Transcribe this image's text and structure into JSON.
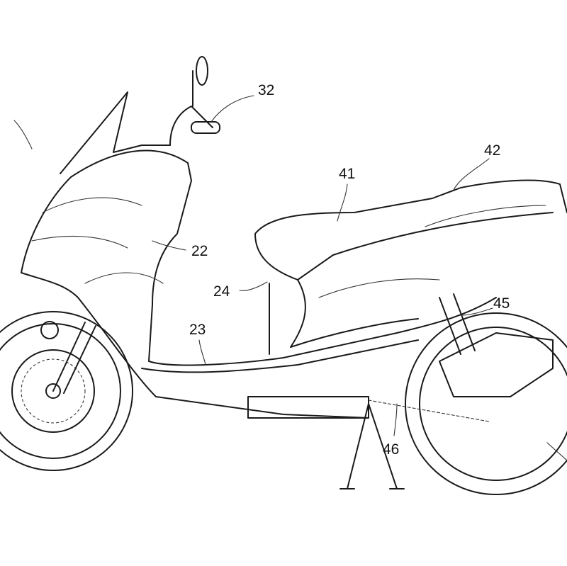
{
  "figure": {
    "reference_numerals": {
      "handlebar_grip": "32",
      "rear_cover": "42",
      "seat": "41",
      "front_cover": "22",
      "side_cover": "24",
      "rear_suspension": "45",
      "floor_step": "23",
      "drive_chain": "46"
    }
  }
}
